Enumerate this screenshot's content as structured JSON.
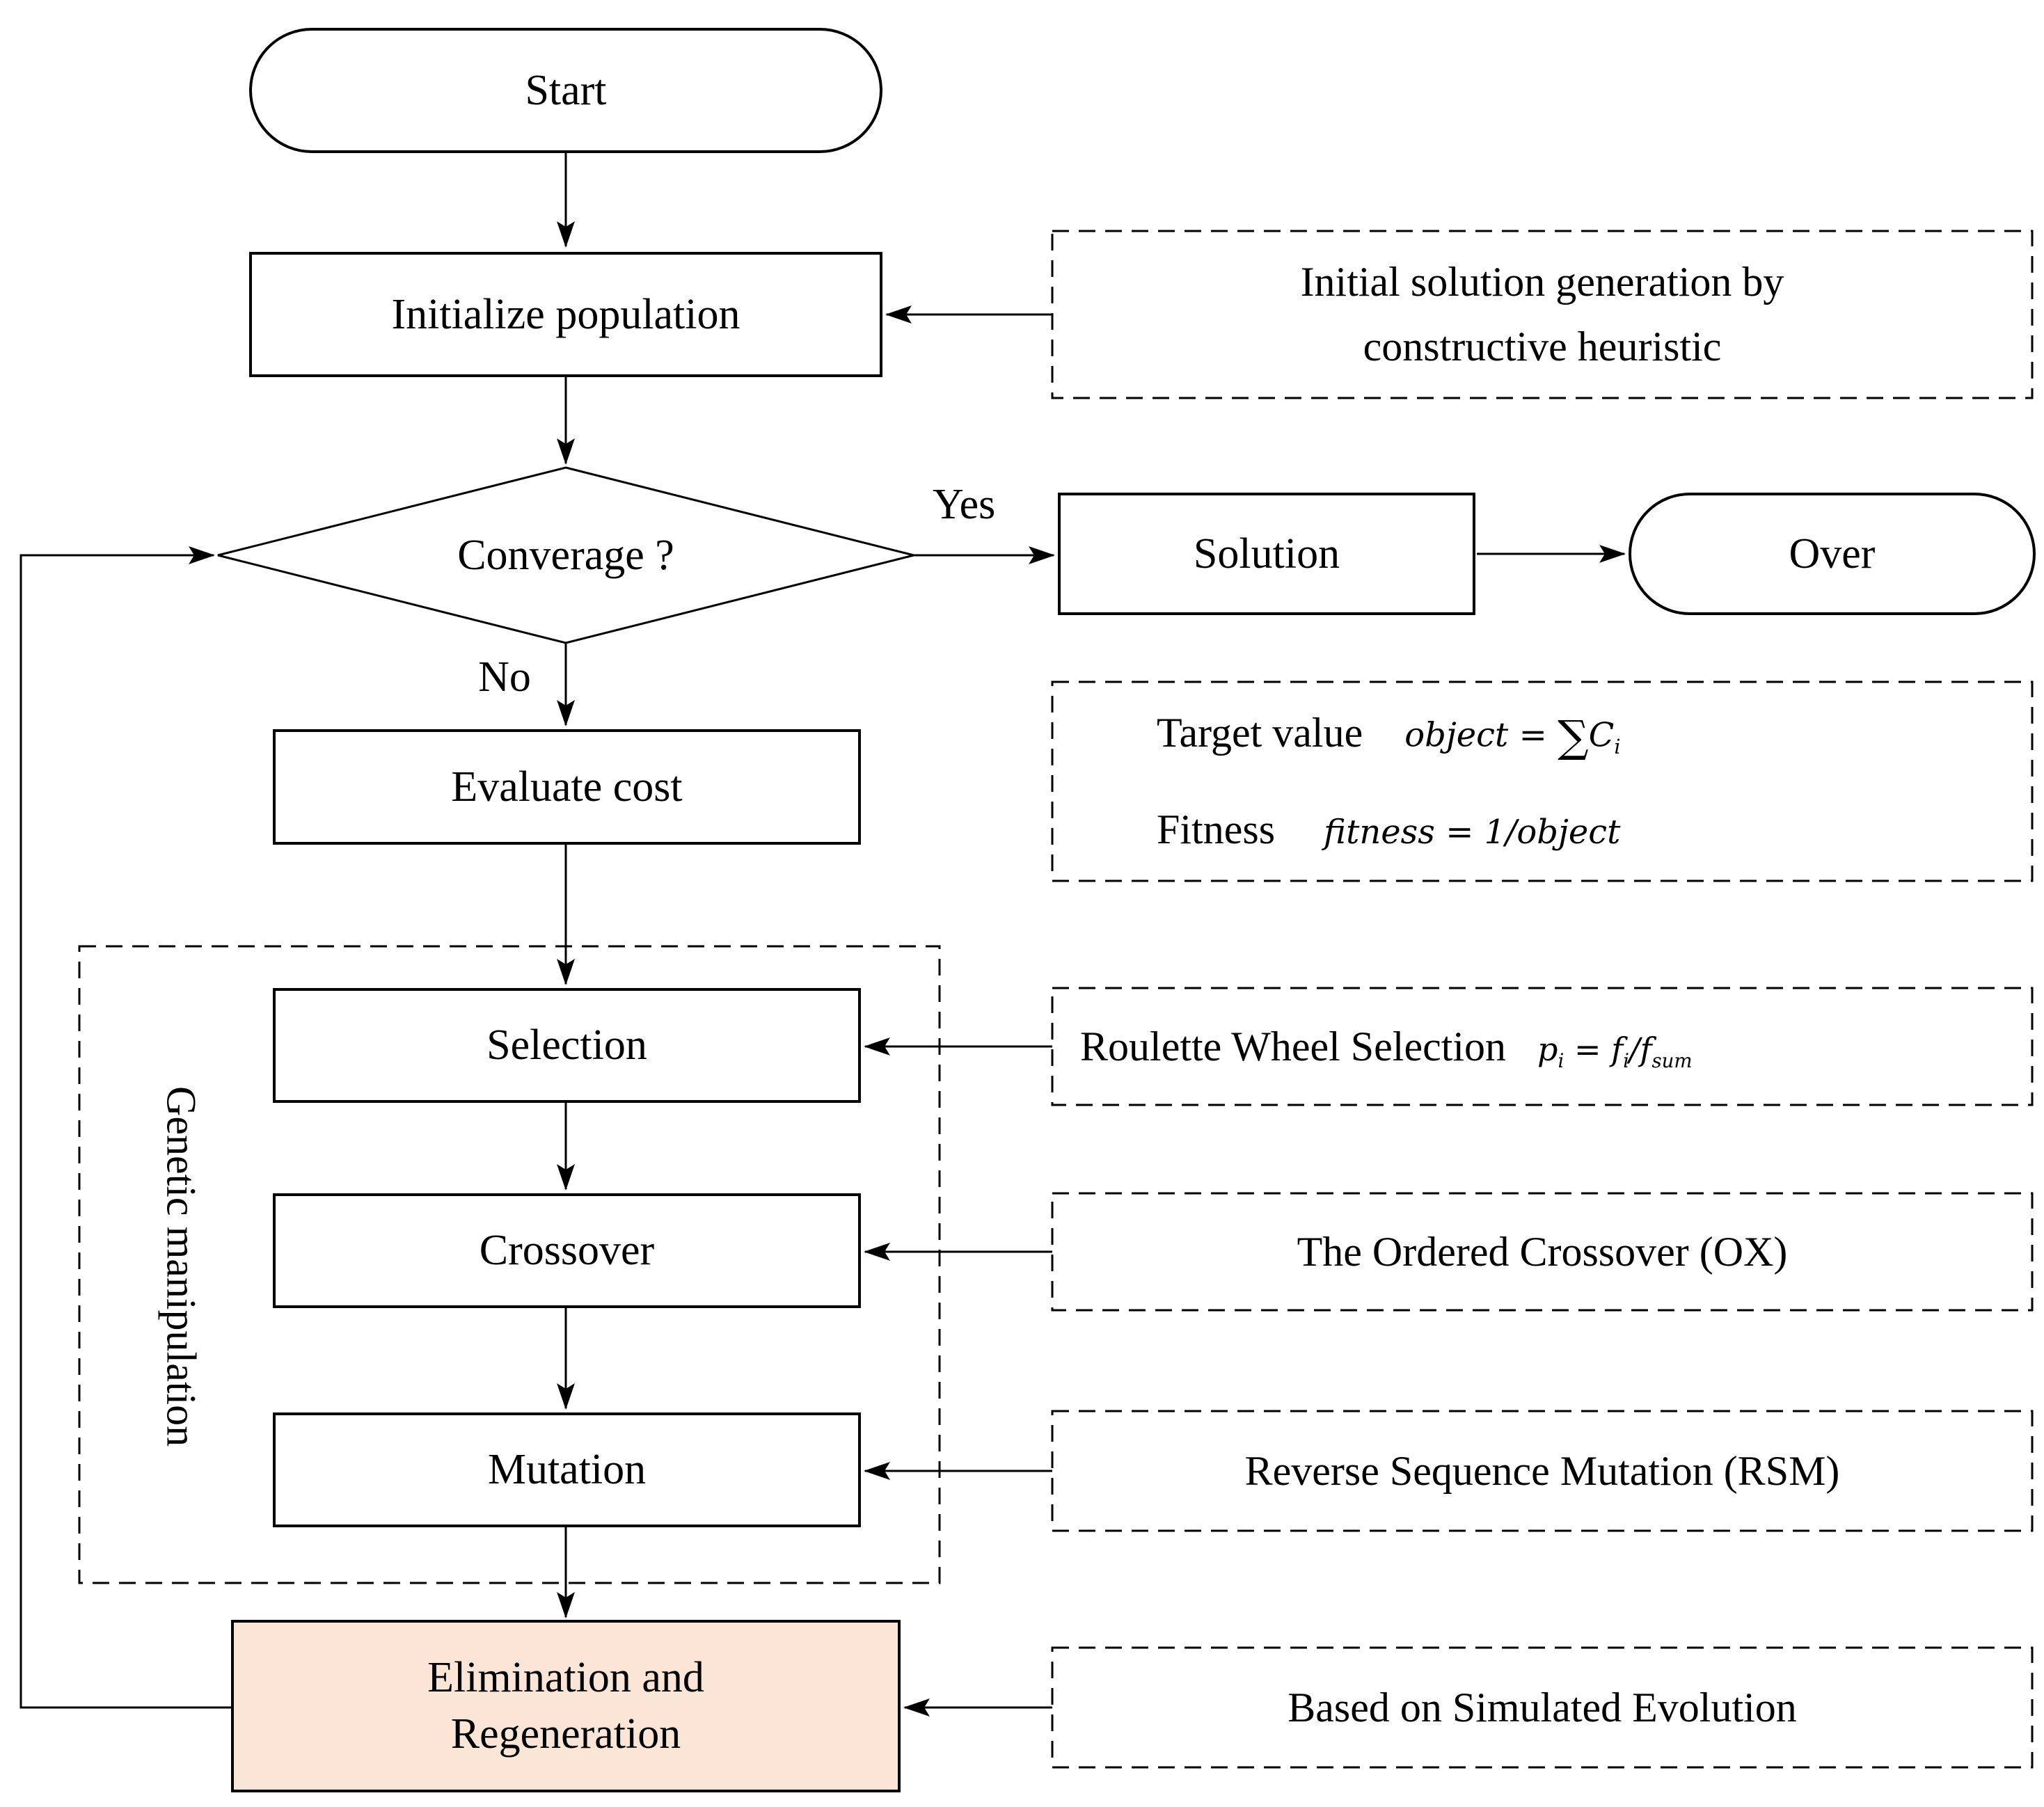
{
  "nodes": {
    "start": {
      "label": "Start"
    },
    "init": {
      "label": "Initialize population"
    },
    "decision": {
      "label": "Converage ?"
    },
    "solution": {
      "label": "Solution"
    },
    "over": {
      "label": "Over"
    },
    "evaluate": {
      "label": "Evaluate cost"
    },
    "selection": {
      "label": "Selection"
    },
    "crossover": {
      "label": "Crossover"
    },
    "mutation": {
      "label": "Mutation"
    },
    "elimination": {
      "line1": "Elimination and",
      "line2": "Regeneration"
    }
  },
  "edge_labels": {
    "yes": "Yes",
    "no": "No"
  },
  "group_label": "Genetic manipulation",
  "annotations": {
    "initial": {
      "line1": "Initial solution generation by",
      "line2": "constructive heuristic"
    },
    "target": {
      "label1": "Target value",
      "label2": "Fitness"
    },
    "roulette": {
      "label": "Roulette Wheel Selection"
    },
    "ox": {
      "label": "The Ordered Crossover (OX)"
    },
    "rsm": {
      "label": "Reverse Sequence Mutation (RSM)"
    },
    "sim": {
      "label": "Based on Simulated Evolution"
    }
  },
  "formulas": {
    "object": {
      "m1": "object = ",
      "sigma": "∑",
      "m2": "C",
      "s1": "i"
    },
    "fitness": {
      "m1": "fitness = 1/object"
    },
    "roulette": {
      "m1": "p",
      "s1": "i",
      "m2": " = f",
      "s2": "i",
      "m3": "/f",
      "s3": "sum"
    }
  },
  "colors": {
    "highlight": "#fbe5d6",
    "line": "#000000"
  }
}
